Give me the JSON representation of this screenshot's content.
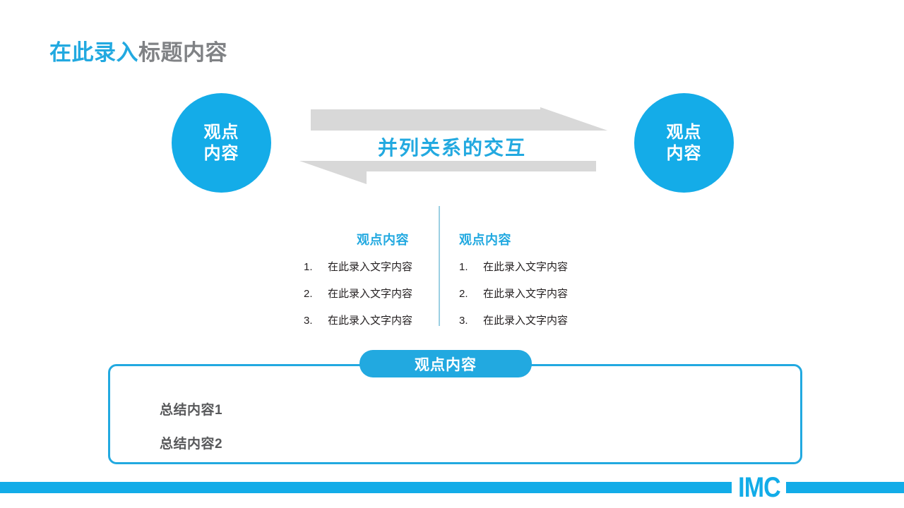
{
  "slide": {
    "title": {
      "accent_text": "在此录入",
      "plain_text": "标题内容"
    },
    "colors": {
      "brand_blue": "#12ACE8",
      "title_accent": "#22A9E0",
      "title_plain": "#808285",
      "arrow_gray": "#D8D8D8",
      "divider_blue": "#9CCFE2",
      "body_text": "#231F20",
      "summary_text": "#58595B"
    },
    "diagram": {
      "left_circle": {
        "line1": "观点",
        "line2": "内容"
      },
      "right_circle": {
        "line1": "观点",
        "line2": "内容"
      },
      "center_caption": "并列关系的交互",
      "arrow_top_direction": "right",
      "arrow_bottom_direction": "left"
    },
    "lists": [
      {
        "header": "观点内容",
        "items": [
          {
            "num": "1.",
            "text": "在此录入文字内容"
          },
          {
            "num": "2.",
            "text": "在此录入文字内容"
          },
          {
            "num": "3.",
            "text": "在此录入文字内容"
          }
        ]
      },
      {
        "header": "观点内容",
        "items": [
          {
            "num": "1.",
            "text": "在此录入文字内容"
          },
          {
            "num": "2.",
            "text": "在此录入文字内容"
          },
          {
            "num": "3.",
            "text": "在此录入文字内容"
          }
        ]
      }
    ],
    "summary": {
      "badge": "观点内容",
      "lines": [
        "总结内容1",
        "总结内容2"
      ]
    },
    "footer": {
      "logo": "IMC"
    }
  }
}
